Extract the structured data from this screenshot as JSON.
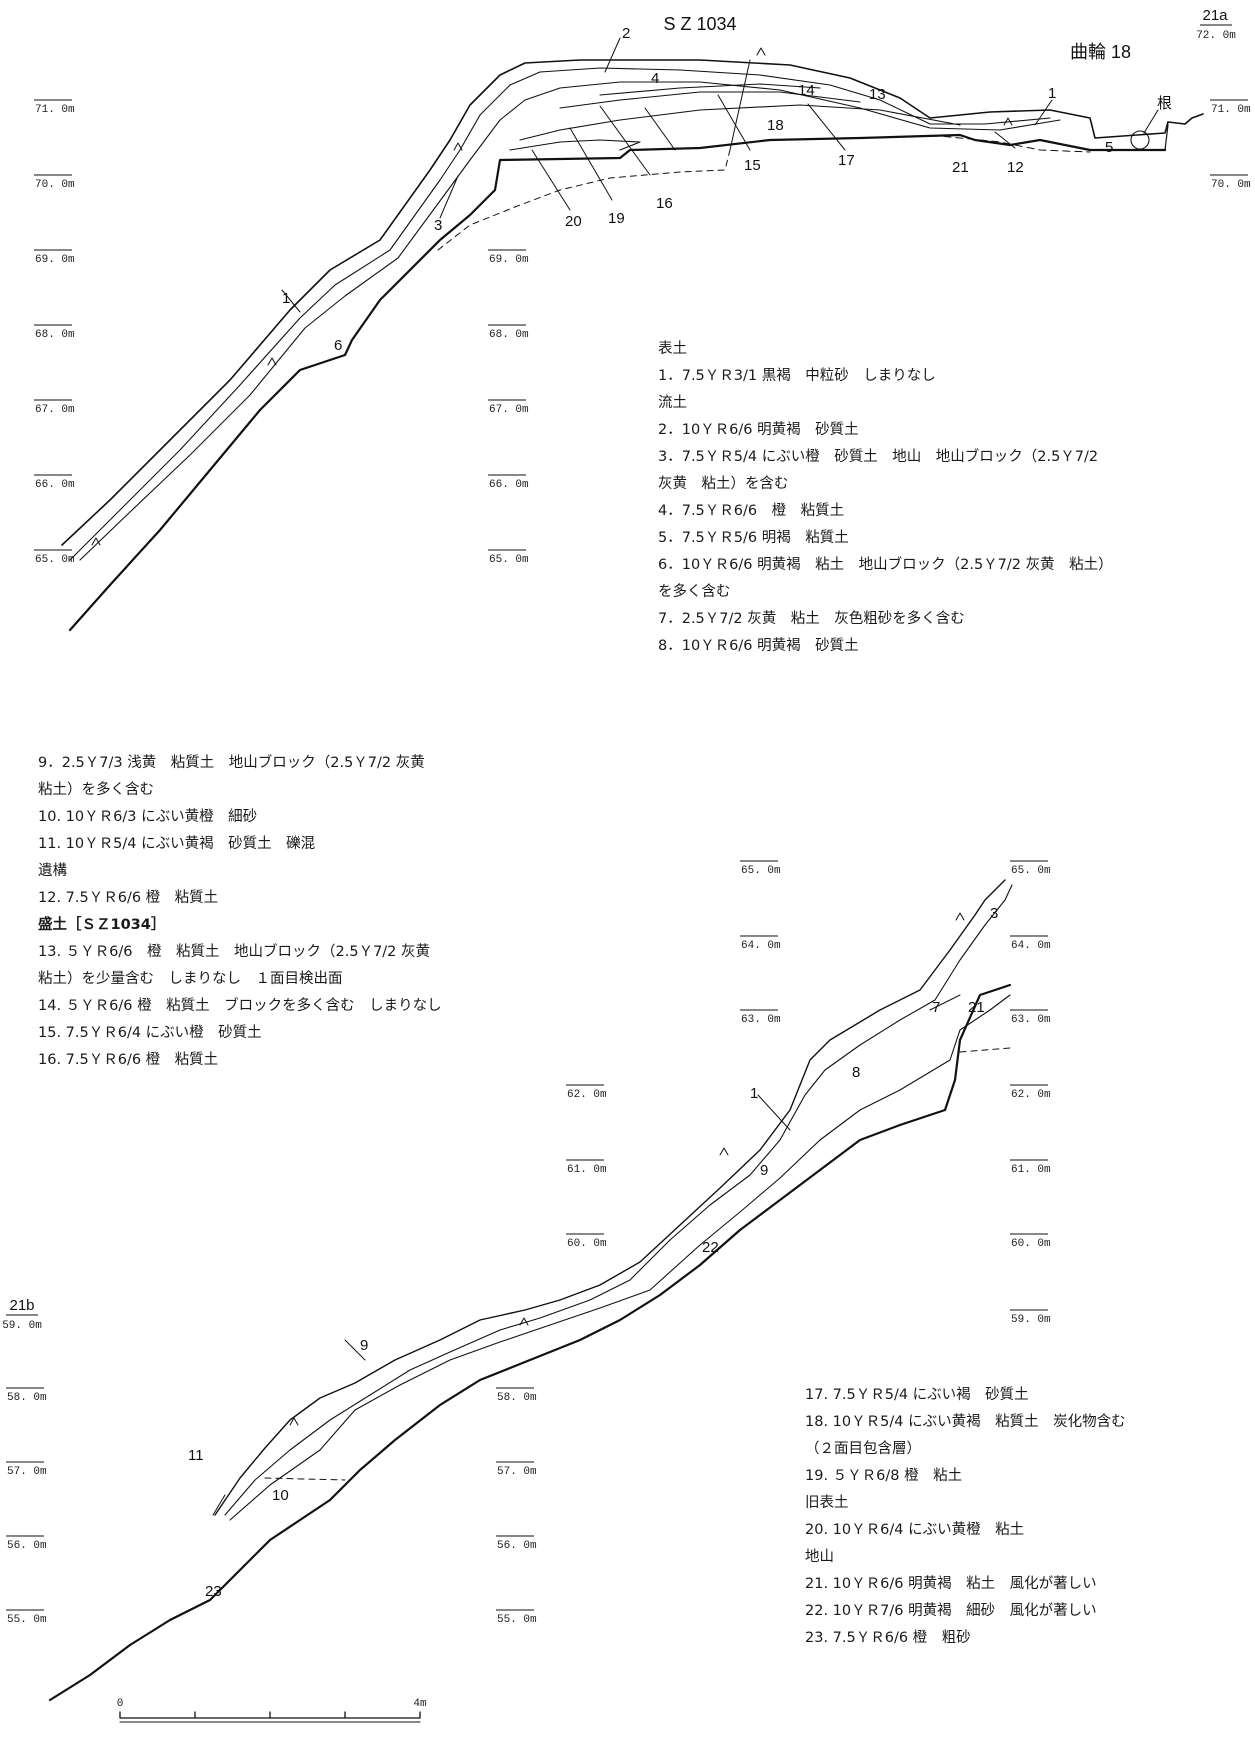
{
  "section_top": {
    "feature": "S Z 1034",
    "enclosure": "曲輪 18",
    "point_id": "21a",
    "point_level": "72. 0m",
    "root_label": "根",
    "levels_left": [
      "71. 0m",
      "70. 0m",
      "69. 0m",
      "68. 0m",
      "67. 0m",
      "66. 0m",
      "65. 0m"
    ],
    "levels_mid": [
      "69. 0m",
      "68. 0m",
      "67. 0m",
      "66. 0m",
      "65. 0m"
    ],
    "levels_right": [
      "71. 0m",
      "70. 0m"
    ],
    "layer_labels": [
      "2",
      "4",
      "14",
      "13",
      "1",
      "5",
      "18",
      "17",
      "15",
      "16",
      "19",
      "20",
      "3",
      "21",
      "12",
      "1",
      "6"
    ]
  },
  "section_bottom": {
    "point_id": "21b",
    "point_level": "59. 0m",
    "levels_left": [
      "58. 0m",
      "57. 0m",
      "56. 0m",
      "55. 0m"
    ],
    "levels_mid_a": [
      "58. 0m",
      "57. 0m",
      "56. 0m",
      "55. 0m"
    ],
    "levels_mid_b": [
      "65. 0m",
      "64. 0m",
      "63. 0m",
      "62. 0m",
      "61. 0m",
      "60. 0m"
    ],
    "levels_right": [
      "65. 0m",
      "64. 0m",
      "63. 0m",
      "62. 0m",
      "61. 0m",
      "60. 0m",
      "59. 0m"
    ],
    "layer_labels": [
      "3",
      "7",
      "21",
      "8",
      "1",
      "9",
      "22",
      "9",
      "10",
      "11",
      "23"
    ]
  },
  "scale": {
    "start": "0",
    "end": "4m"
  },
  "legend_a": [
    {
      "t": "表土",
      "k": "h"
    },
    {
      "t": "1．7.5ＹＲ3/1 黒褐　中粒砂　しまりなし"
    },
    {
      "t": "流土",
      "k": "h"
    },
    {
      "t": "2．10ＹＲ6/6 明黄褐　砂質土"
    },
    {
      "t": "3．7.5ＹＲ5/4 にぶい橙　砂質土　地山　地山ブロック（2.5Ｙ7/2"
    },
    {
      "t": "灰黄　粘土）を含む"
    },
    {
      "t": "4．7.5ＹＲ6/6　橙　粘質土"
    },
    {
      "t": "5．7.5ＹＲ5/6 明褐　粘質土"
    },
    {
      "t": "6．10ＹＲ6/6 明黄褐　粘土　地山ブロック（2.5Ｙ7/2 灰黄　粘土）"
    },
    {
      "t": "を多く含む"
    },
    {
      "t": "7．2.5Ｙ7/2 灰黄　粘土　灰色粗砂を多く含む"
    },
    {
      "t": "8．10ＹＲ6/6 明黄褐　砂質土"
    }
  ],
  "legend_b": [
    {
      "t": "9．2.5Ｙ7/3 浅黄　粘質土　地山ブロック（2.5Ｙ7/2 灰黄"
    },
    {
      "t": "粘土）を多く含む"
    },
    {
      "t": "10. 10ＹＲ6/3 にぶい黄橙　細砂"
    },
    {
      "t": "11. 10ＹＲ5/4 にぶい黄褐　砂質土　礫混"
    },
    {
      "t": "遺構",
      "k": "h"
    },
    {
      "t": "12. 7.5ＹＲ6/6 橙　粘質土"
    },
    {
      "t": "盛土［ＳＺ1034］",
      "k": "b"
    },
    {
      "t": "13. ５ＹＲ6/6　橙　粘質土　地山ブロック（2.5Ｙ7/2 灰黄"
    },
    {
      "t": "粘土）を少量含む　しまりなし　１面目検出面"
    },
    {
      "t": "14. ５ＹＲ6/6 橙　粘質土　ブロックを多く含む　しまりなし"
    },
    {
      "t": "15. 7.5ＹＲ6/4 にぶい橙　砂質土"
    },
    {
      "t": "16. 7.5ＹＲ6/6 橙　粘質土"
    }
  ],
  "legend_c": [
    {
      "t": "17. 7.5ＹＲ5/4 にぶい褐　砂質土"
    },
    {
      "t": "18. 10ＹＲ5/4 にぶい黄褐　粘質土　炭化物含む"
    },
    {
      "t": "（２面目包含層）"
    },
    {
      "t": "19. ５ＹＲ6/8 橙　粘土"
    },
    {
      "t": "旧表土",
      "k": "h"
    },
    {
      "t": "20. 10ＹＲ6/4 にぶい黄橙　粘土"
    },
    {
      "t": "地山",
      "k": "h"
    },
    {
      "t": "21. 10ＹＲ6/6 明黄褐　粘土　風化が著しい"
    },
    {
      "t": "22. 10ＹＲ7/6 明黄褐　細砂　風化が著しい"
    },
    {
      "t": "23. 7.5ＹＲ6/6 橙　粗砂"
    }
  ]
}
